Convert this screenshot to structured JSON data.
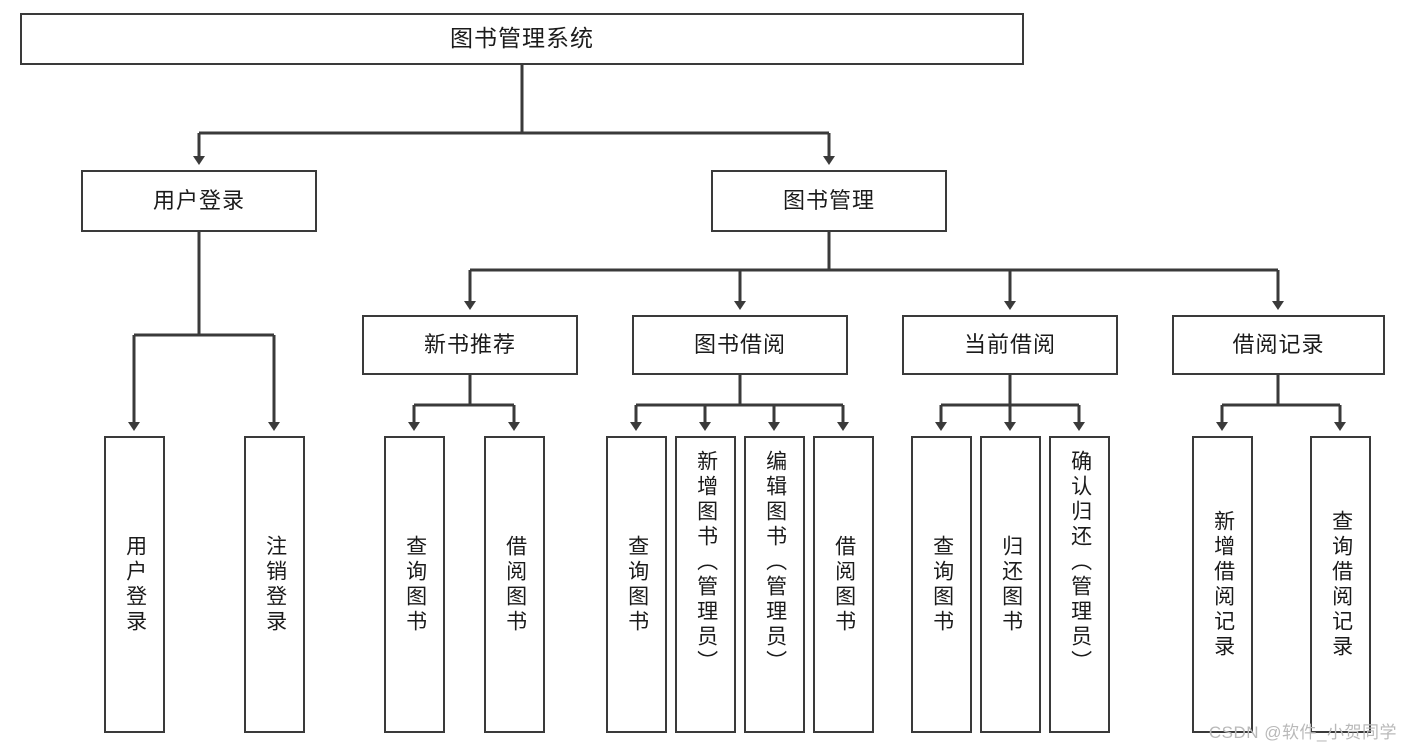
{
  "diagram": {
    "title": "图书管理系统",
    "type": "tree-hierarchy-diagram",
    "colors": {
      "box_border": "#3a3a3a",
      "box_fill": "#ffffff",
      "edge": "#3a3a3a",
      "text": "#1b1b1b",
      "watermark": "#b9b9b9",
      "background": "#ffffff"
    },
    "watermark": "CSDN @软件_小贺同学",
    "root": {
      "label": "图书管理系统"
    },
    "level2": [
      {
        "label": "用户登录"
      },
      {
        "label": "图书管理"
      }
    ],
    "level3": [
      {
        "label": "新书推荐"
      },
      {
        "label": "图书借阅"
      },
      {
        "label": "当前借阅"
      },
      {
        "label": "借阅记录"
      }
    ],
    "leaves": {
      "user_login": [
        {
          "label": "用户登录"
        },
        {
          "label": "注销登录"
        }
      ],
      "new_book_recommend": [
        {
          "label": "查询图书"
        },
        {
          "label": "借阅图书"
        }
      ],
      "book_borrow": [
        {
          "label": "查询图书"
        },
        {
          "label": "新增图书（管理员）"
        },
        {
          "label": "编辑图书（管理员）"
        },
        {
          "label": "借阅图书"
        }
      ],
      "current_borrow": [
        {
          "label": "查询图书"
        },
        {
          "label": "归还图书"
        },
        {
          "label": "确认归还（管理员）"
        }
      ],
      "borrow_record": [
        {
          "label": "新增借阅记录"
        },
        {
          "label": "查询借阅记录"
        }
      ]
    }
  }
}
